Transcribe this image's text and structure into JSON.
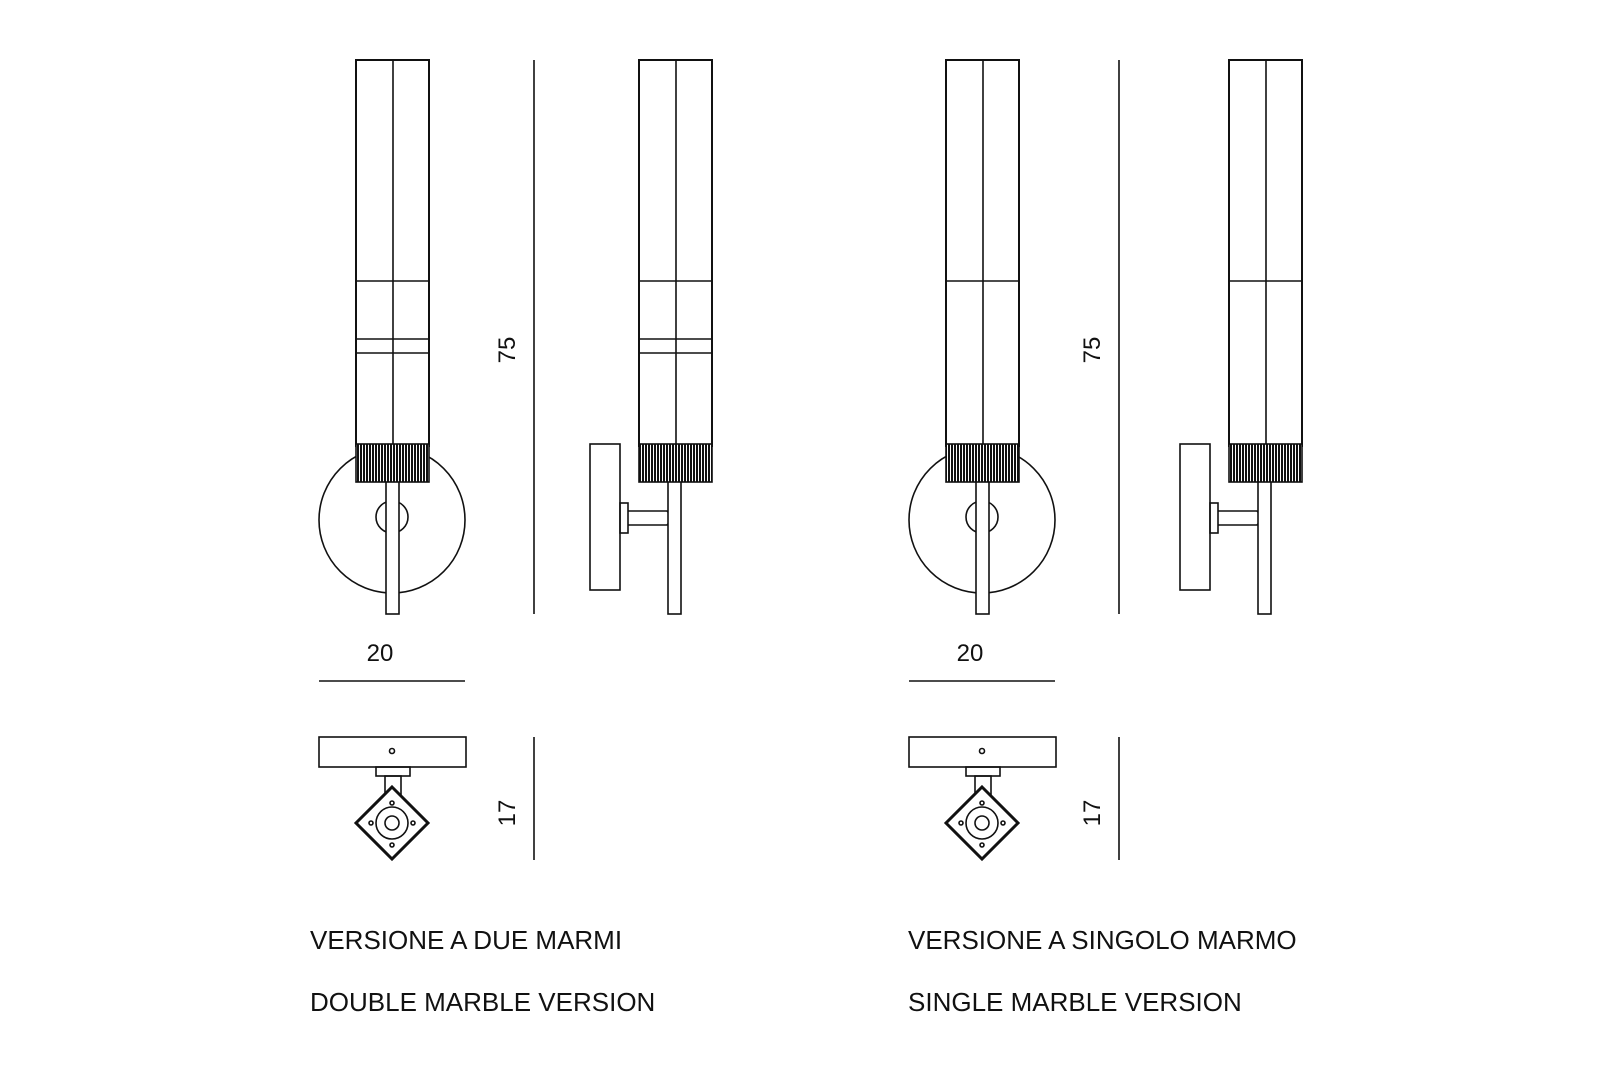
{
  "versions": [
    {
      "id": "double",
      "title_it": "VERSIONE A DUE MARMI",
      "title_en": "DOUBLE MARBLE VERSION",
      "height_label": "75",
      "width_label": "20",
      "depth_label": "17"
    },
    {
      "id": "single",
      "title_it": "VERSIONE A SINGOLO MARMO",
      "title_en": "SINGLE MARBLE VERSION",
      "height_label": "75",
      "width_label": "20",
      "depth_label": "17"
    }
  ],
  "colors": {
    "line": "#111111",
    "background": "#ffffff"
  }
}
